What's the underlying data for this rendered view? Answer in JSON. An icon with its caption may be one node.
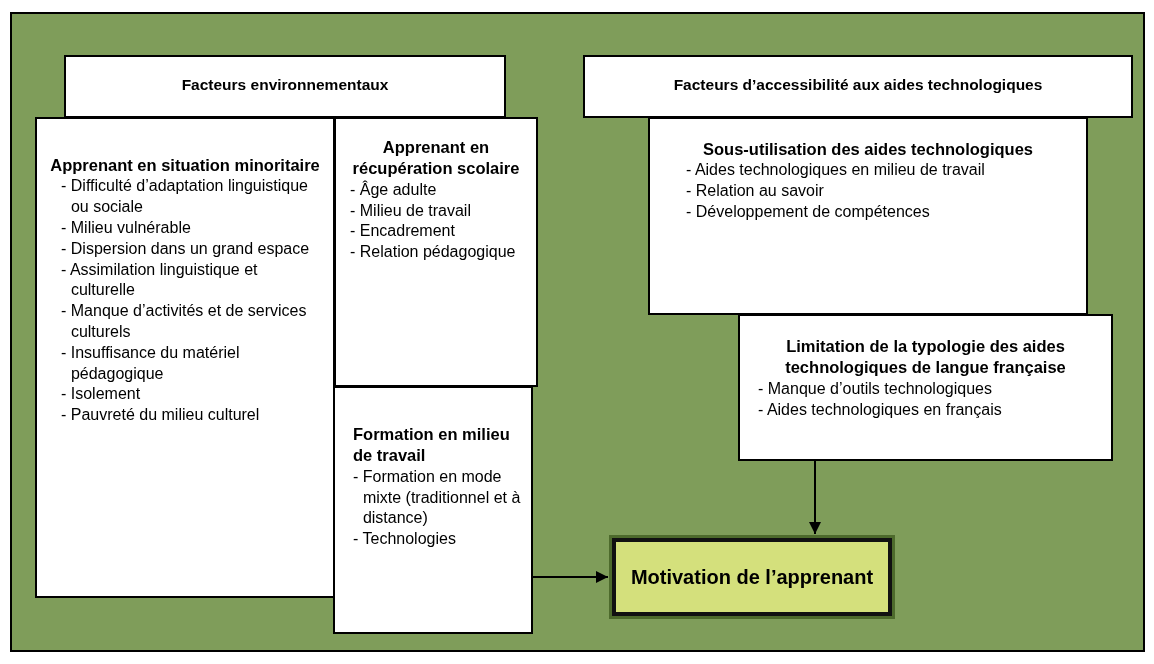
{
  "diagram": {
    "nodes": [
      {
        "text": [
          "Facteurs environnementaux"
        ]
      },
      {
        "text": [
          "Apprenant en situation minoritaire",
          "- Difficulté d’adaptation linguistique ou sociale",
          "- Milieu vulnérable",
          "- Dispersion dans un grand espace",
          "- Assimilation linguistique et culturelle",
          "- Manque d’activités et de services culturels",
          "- Insuffisance du matériel pédagogique",
          "- Isolement",
          "- Pauvreté du milieu culturel"
        ]
      },
      {
        "text": [
          "Apprenant en récupération scolaire",
          "- Âge adulte",
          "- Milieu de travail",
          "- Encadrement",
          "- Relation pédagogique"
        ]
      },
      {
        "text": [
          "Formation en milieu de travail",
          "- Formation en mode mixte (traditionnel et à distance)",
          "- Technologies"
        ]
      },
      {
        "text": [
          "Facteurs d’accessibilité aux aides technologiques"
        ]
      },
      {
        "text": [
          "Sous-utilisation des aides technologiques",
          "- Aides technologiques en milieu de travail",
          "- Relation au savoir",
          "- Développement de compétences"
        ]
      },
      {
        "text": [
          "Limitation de la typologie des aides technologiques de langue française",
          "- Manque d’outils technologiques",
          "- Aides technologiques en français"
        ]
      },
      {
        "text": [
          "Motivation de l’apprenant"
        ]
      }
    ],
    "edges": [
      {
        "from": 3,
        "to": 7,
        "arrow": "to"
      },
      {
        "from": 6,
        "to": 7,
        "arrow": "to"
      }
    ]
  }
}
